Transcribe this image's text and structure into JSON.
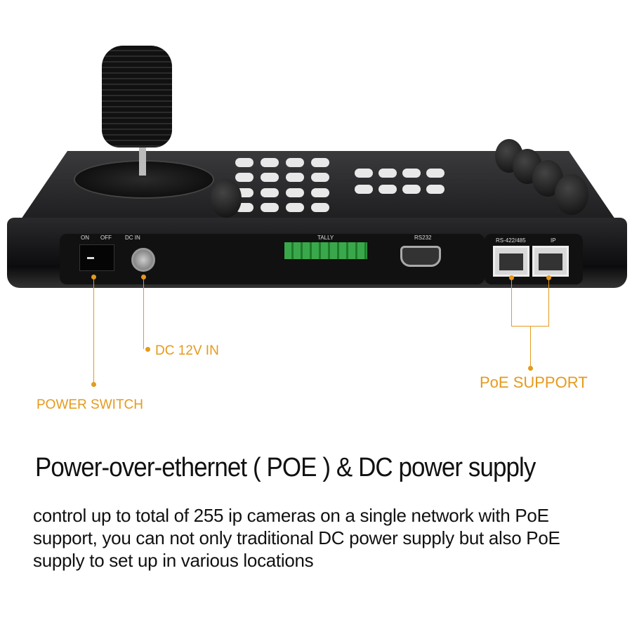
{
  "panel": {
    "on": "ON",
    "off": "OFF",
    "dc_in": "DC IN",
    "tally": "TALLY",
    "rs232": "RS232",
    "rs422": "RS-422/485",
    "ip": "IP"
  },
  "callouts": {
    "power_switch": "POWER SWITCH",
    "dc_in": "DC 12V IN",
    "poe": "PoE SUPPORT"
  },
  "heading": "Power-over-ethernet ( POE ) & DC power supply",
  "body": "control up to total of 255 ip cameras on a single network with PoE support, you can not only traditional DC power supply but also PoE supply to set up in various locations",
  "colors": {
    "accent": "#e59a1c"
  }
}
